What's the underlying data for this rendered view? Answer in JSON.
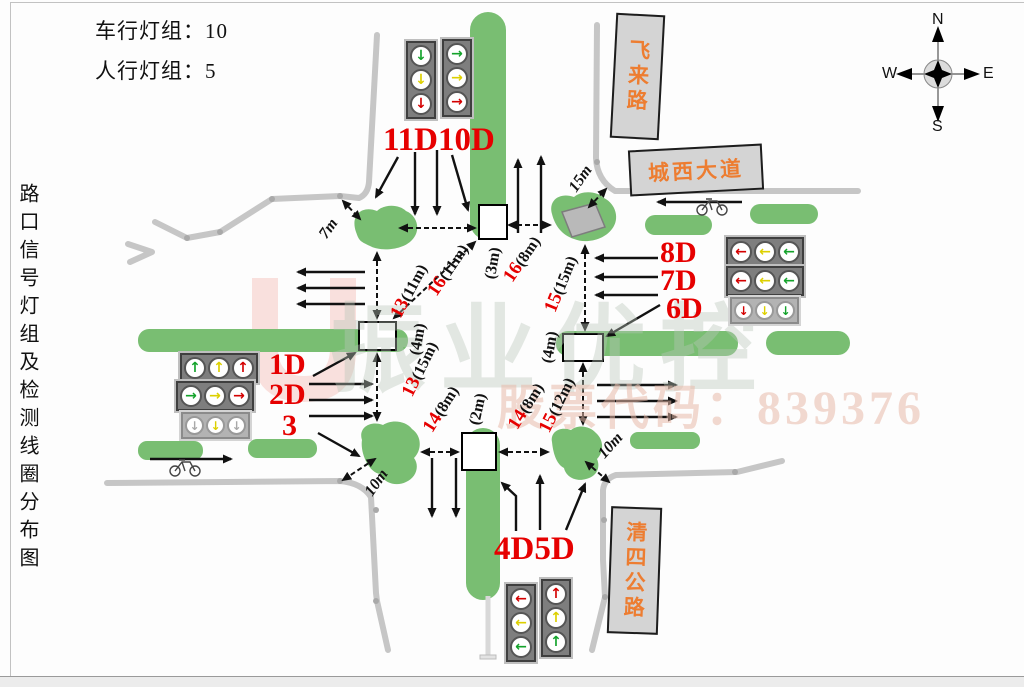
{
  "header": {
    "vehicle_groups": "车行灯组：10",
    "ped_groups": "人行灯组：5"
  },
  "side_title": "路口信号灯组及检测线圈分布图",
  "compass": {
    "n": "N",
    "e": "E",
    "s": "S",
    "w": "W"
  },
  "road_signs": {
    "feilai": "飞来路",
    "chengxi": "城西大道",
    "qingsi": "清四公路"
  },
  "watermark": {
    "brand": "振业优控",
    "stock": "股票代码：839376"
  },
  "signal_labels": {
    "north": "11D10D",
    "east_1": "8D",
    "east_2": "7D",
    "east_3": "6D",
    "west_1": "1D",
    "west_2": "2D",
    "west_3": "3",
    "south": "4D5D"
  },
  "coil_labels": [
    {
      "num": "13",
      "len": "(11m)"
    },
    {
      "num": "16",
      "len": "(11m)"
    },
    {
      "num": "",
      "len": "(3m)"
    },
    {
      "num": "16",
      "len": "(8m)"
    },
    {
      "num": "15",
      "len": "(15m)"
    },
    {
      "num": "",
      "len": "(4m)"
    },
    {
      "num": "13",
      "len": "(15m)"
    },
    {
      "num": "14",
      "len": "(8m)"
    },
    {
      "num": "",
      "len": "(2m)"
    },
    {
      "num": "14",
      "len": "(8m)"
    },
    {
      "num": "15",
      "len": "(12m)"
    },
    {
      "num": "",
      "len": "(4m)"
    }
  ],
  "corner_labels": {
    "nw": "7m",
    "ne": "15m",
    "sw": "10m",
    "se": "10m"
  },
  "palette": {
    "red": "#d40000",
    "yellow": "#ddd000",
    "green": "#14a32b",
    "gray": "#a9a9a9"
  },
  "glyphs": {
    "up": "↑",
    "down": "↓",
    "left": "←",
    "right": "→"
  },
  "signal_heads": {
    "h11d": {
      "orient": "v",
      "lights": [
        {
          "c": "green",
          "d": "down"
        },
        {
          "c": "yellow",
          "d": "down"
        },
        {
          "c": "red",
          "d": "down"
        }
      ]
    },
    "h10d": {
      "orient": "v",
      "lights": [
        {
          "c": "green",
          "d": "right"
        },
        {
          "c": "yellow",
          "d": "right"
        },
        {
          "c": "red",
          "d": "right"
        }
      ]
    },
    "h8d": {
      "orient": "h",
      "lights": [
        {
          "c": "red",
          "d": "left"
        },
        {
          "c": "yellow",
          "d": "left"
        },
        {
          "c": "green",
          "d": "left"
        }
      ]
    },
    "h7d": {
      "orient": "h",
      "lights": [
        {
          "c": "red",
          "d": "left"
        },
        {
          "c": "yellow",
          "d": "left"
        },
        {
          "c": "green",
          "d": "left"
        }
      ]
    },
    "h6d": {
      "orient": "h",
      "lights": [
        {
          "c": "red",
          "d": "down"
        },
        {
          "c": "yellow",
          "d": "down"
        },
        {
          "c": "green",
          "d": "down"
        }
      ]
    },
    "h1d": {
      "orient": "h",
      "lights": [
        {
          "c": "green",
          "d": "up"
        },
        {
          "c": "yellow",
          "d": "up"
        },
        {
          "c": "red",
          "d": "up"
        }
      ]
    },
    "h2d": {
      "orient": "h",
      "lights": [
        {
          "c": "green",
          "d": "right"
        },
        {
          "c": "yellow",
          "d": "right"
        },
        {
          "c": "red",
          "d": "right"
        }
      ]
    },
    "h3": {
      "orient": "h",
      "lights": [
        {
          "c": "gray",
          "d": "down"
        },
        {
          "c": "yellow",
          "d": "down"
        },
        {
          "c": "gray",
          "d": "down"
        }
      ]
    },
    "h4d": {
      "orient": "v",
      "lights": [
        {
          "c": "red",
          "d": "left"
        },
        {
          "c": "yellow",
          "d": "left"
        },
        {
          "c": "green",
          "d": "left"
        }
      ]
    },
    "h5d": {
      "orient": "v",
      "lights": [
        {
          "c": "red",
          "d": "up"
        },
        {
          "c": "yellow",
          "d": "up"
        },
        {
          "c": "green",
          "d": "up"
        }
      ]
    }
  }
}
